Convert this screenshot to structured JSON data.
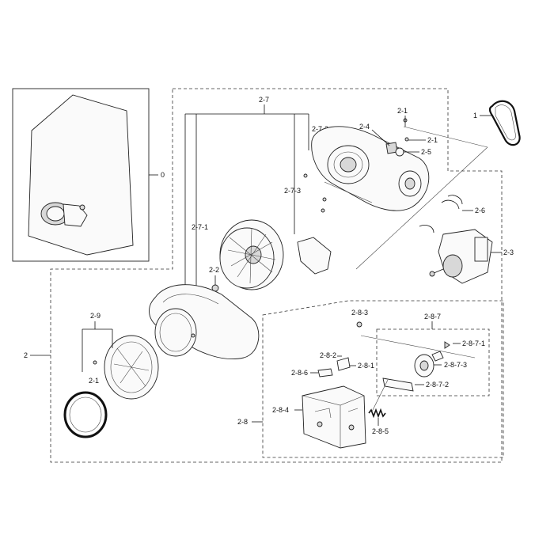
{
  "labels": {
    "l_0": "0",
    "l_1": "1",
    "l_2": "2",
    "l_2_1a": "2-1",
    "l_2_1b": "2-1",
    "l_2_1c": "2-1",
    "l_2_2": "2-2",
    "l_2_3": "2-3",
    "l_2_4": "2-4",
    "l_2_5": "2-5",
    "l_2_6": "2-6",
    "l_2_7": "2-7",
    "l_2_7_1": "2-7-1",
    "l_2_7_2": "2-7-2",
    "l_2_7_3": "2-7-3",
    "l_2_8": "2-8",
    "l_2_8_1": "2-8-1",
    "l_2_8_2": "2-8-2",
    "l_2_8_3": "2-8-3",
    "l_2_8_4": "2-8-4",
    "l_2_8_5": "2-8-5",
    "l_2_8_6": "2-8-6",
    "l_2_8_7": "2-8-7",
    "l_2_8_7_1": "2-8-7-1",
    "l_2_8_7_2": "2-8-7-2",
    "l_2_8_7_3": "2-8-7-3",
    "l_2_9": "2-9"
  }
}
